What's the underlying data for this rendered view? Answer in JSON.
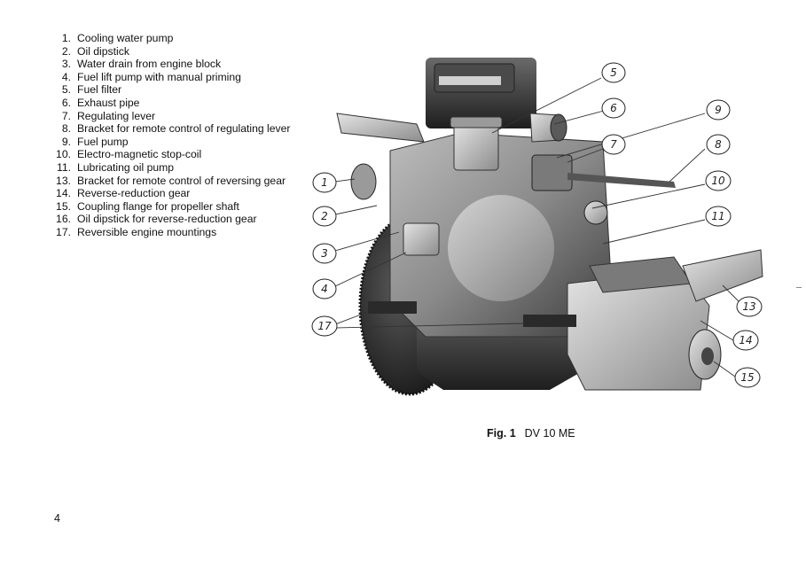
{
  "parts": [
    {
      "num": "1.",
      "label": "Cooling water pump"
    },
    {
      "num": "2.",
      "label": "Oil dipstick"
    },
    {
      "num": "3.",
      "label": "Water drain from engine block"
    },
    {
      "num": "4.",
      "label": "Fuel lift pump with manual priming"
    },
    {
      "num": "5.",
      "label": "Fuel filter"
    },
    {
      "num": "6.",
      "label": "Exhaust pipe"
    },
    {
      "num": "7.",
      "label": "Regulating lever"
    },
    {
      "num": "8.",
      "label": "Bracket for remote control of regulating lever"
    },
    {
      "num": "9.",
      "label": "Fuel pump"
    },
    {
      "num": "10.",
      "label": "Electro-magnetic stop-coil"
    },
    {
      "num": "11.",
      "label": "Lubricating oil pump"
    },
    {
      "num": "13.",
      "label": "Bracket for remote control of reversing gear"
    },
    {
      "num": "14.",
      "label": "Reverse-reduction gear"
    },
    {
      "num": "15.",
      "label": "Coupling flange for propeller shaft"
    },
    {
      "num": "16.",
      "label": "Oil dipstick for reverse-reduction gear"
    },
    {
      "num": "17.",
      "label": "Reversible engine mountings"
    }
  ],
  "callouts": [
    "1",
    "2",
    "3",
    "4",
    "5",
    "6",
    "7",
    "8",
    "9",
    "10",
    "11",
    "13",
    "14",
    "15",
    "17"
  ],
  "caption": {
    "fig_label": "Fig. 1",
    "model": "DV 10 ME"
  },
  "page_number": "4"
}
